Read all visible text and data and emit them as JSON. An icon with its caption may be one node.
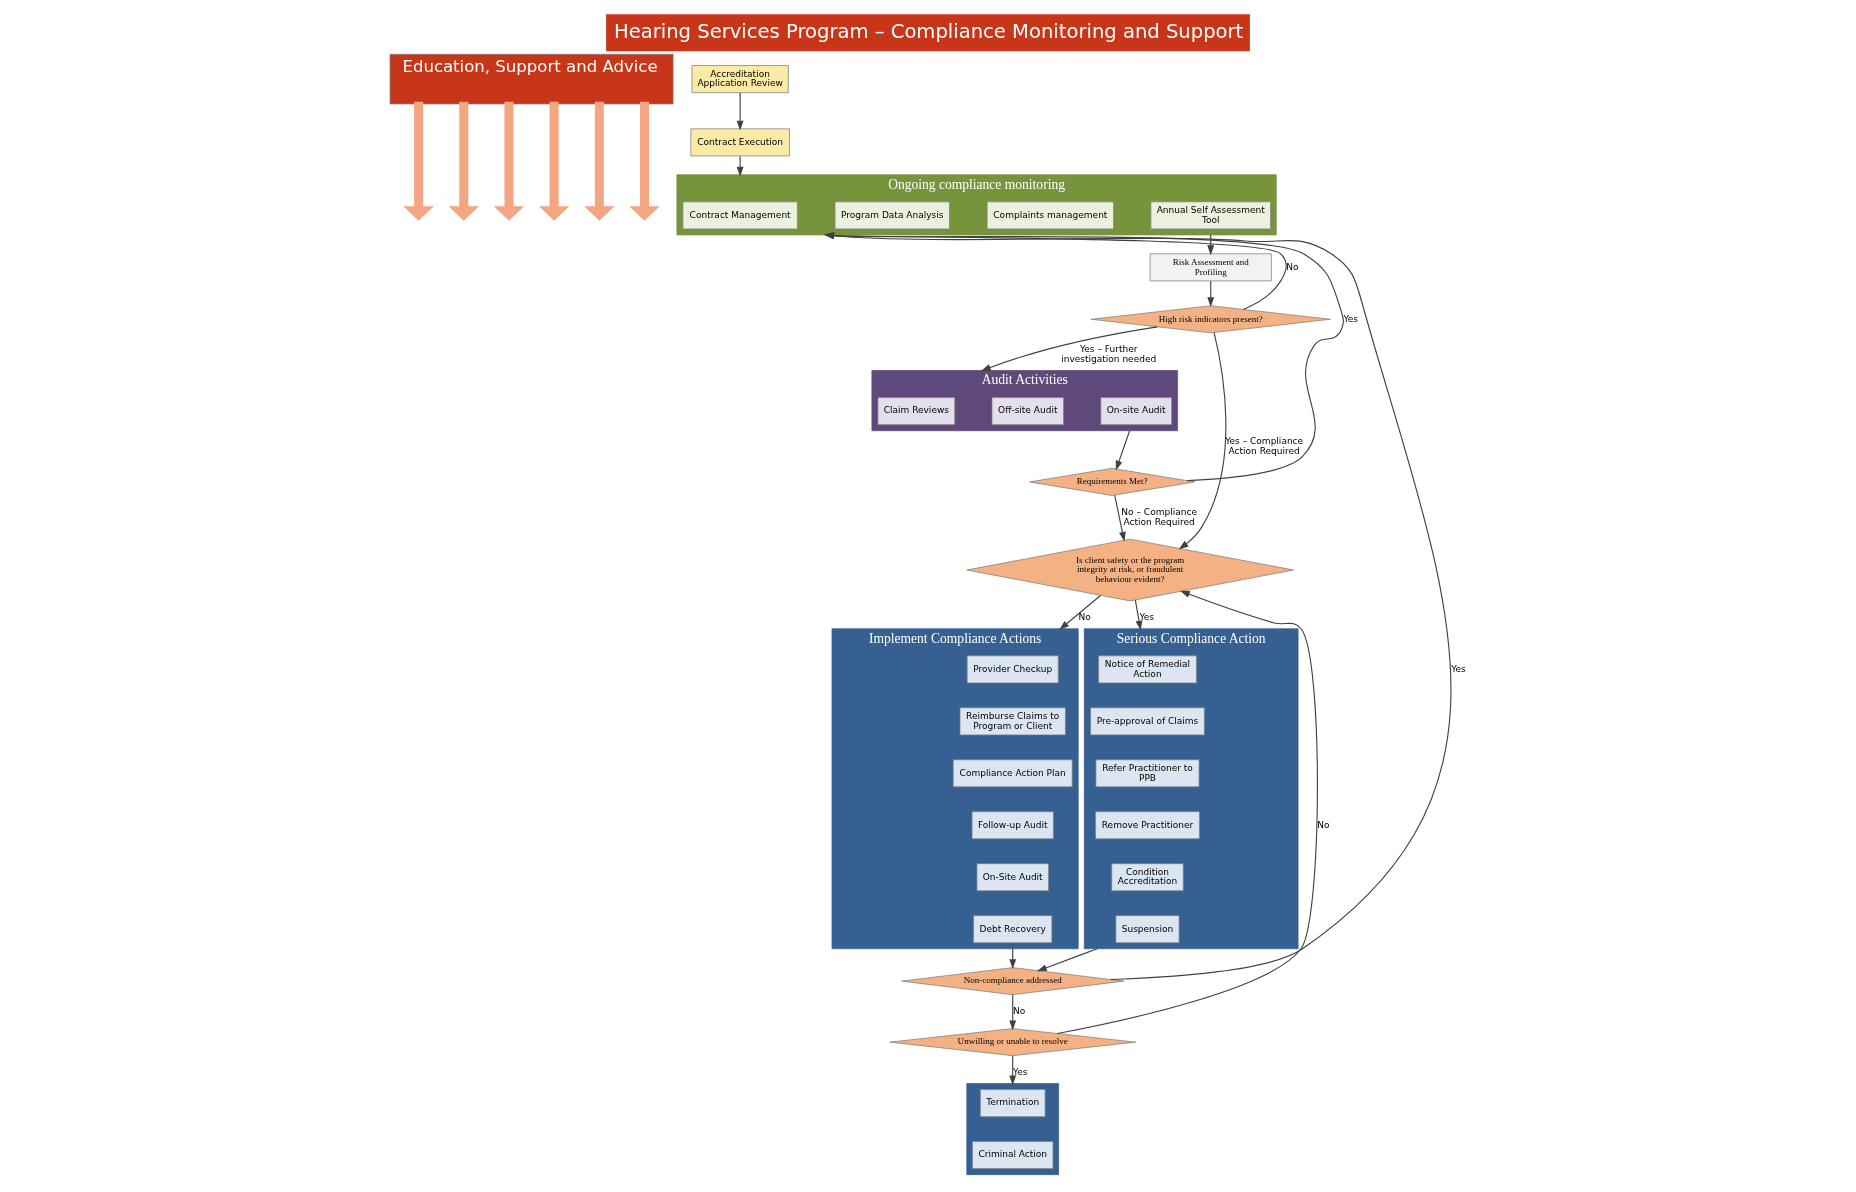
{
  "diagram": {
    "title": "Hearing Services Program – Compliance Monitoring and Support",
    "nodes": [
      {
        "text": [
          "Education, Support and Advice"
        ]
      },
      {
        "text": [
          "Accreditation Application Review"
        ]
      },
      {
        "text": [
          "Contract Execution"
        ]
      },
      {
        "text": [
          "Ongoing compliance monitoring"
        ]
      },
      {
        "text": [
          "Contract Management"
        ],
        "in": 3
      },
      {
        "text": [
          "Program Data Analysis"
        ],
        "in": 3
      },
      {
        "text": [
          "Complaints management"
        ],
        "in": 3
      },
      {
        "text": [
          "Annual Self Assessment Tool"
        ],
        "in": 3
      },
      {
        "text": [
          "Risk Assessment and Profiling"
        ]
      },
      {
        "text": [
          "High risk indicators present?"
        ]
      },
      {
        "text": [
          "Audit Activities"
        ]
      },
      {
        "text": [
          "Claim Reviews"
        ],
        "in": 10
      },
      {
        "text": [
          "Off-site Audit"
        ],
        "in": 10
      },
      {
        "text": [
          "On-site Audit"
        ],
        "in": 10
      },
      {
        "text": [
          "Requirements Met?"
        ]
      },
      {
        "text": [
          "Is client safety or the program integrity at risk, or fraudulent behaviour evident?"
        ]
      },
      {
        "text": [
          "Implement Compliance Actions"
        ]
      },
      {
        "text": [
          "Provider Checkup"
        ],
        "in": 16
      },
      {
        "text": [
          "Reimburse Claims to Program or Client"
        ],
        "in": 16
      },
      {
        "text": [
          "Compliance Action Plan"
        ],
        "in": 16
      },
      {
        "text": [
          "Follow-up Audit"
        ],
        "in": 16
      },
      {
        "text": [
          "On-Site Audit"
        ],
        "in": 16
      },
      {
        "text": [
          "Debt Recovery"
        ],
        "in": 16
      },
      {
        "text": [
          "Non-compliance addressed"
        ]
      },
      {
        "text": [
          "Unwilling or unable to resolve"
        ]
      },
      {
        "text": [
          "Serious Compliance Action"
        ]
      },
      {
        "text": [
          "Notice of Remedial Action"
        ],
        "in": 25
      },
      {
        "text": [
          "Pre-approval of Claims"
        ],
        "in": 25
      },
      {
        "text": [
          "Refer Practitioner to PPB"
        ],
        "in": 25
      },
      {
        "text": [
          "Remove Practitioner"
        ],
        "in": 25
      },
      {
        "text": [
          "Condition Accreditation"
        ],
        "in": 25
      },
      {
        "text": [
          "Suspension"
        ],
        "in": 25
      },
      {
        "text": [],
        "shape": "box"
      },
      {
        "text": [
          "Termination"
        ],
        "in": 32
      },
      {
        "text": [
          "Criminal Action"
        ],
        "in": 32
      }
    ],
    "edges": [
      {
        "from": 0,
        "to": null,
        "arrow": "to",
        "style": "thick",
        "color": "#f4a582"
      },
      {
        "from": 0,
        "to": null,
        "arrow": "to",
        "style": "thick",
        "color": "#f4a582"
      },
      {
        "from": 0,
        "to": null,
        "arrow": "to",
        "style": "thick",
        "color": "#f4a582"
      },
      {
        "from": 0,
        "to": null,
        "arrow": "to",
        "style": "thick",
        "color": "#f4a582"
      },
      {
        "from": 0,
        "to": null,
        "arrow": "to",
        "style": "thick",
        "color": "#f4a582"
      },
      {
        "from": 0,
        "to": null,
        "arrow": "to",
        "style": "thick",
        "color": "#f4a582"
      },
      {
        "from": 1,
        "to": 2,
        "arrow": "to"
      },
      {
        "from": 2,
        "to": 3,
        "arrow": "to"
      },
      {
        "from": 3,
        "to": 8,
        "arrow": "to"
      },
      {
        "from": 8,
        "to": 9,
        "arrow": "to"
      },
      {
        "from": 9,
        "to": 3,
        "label": "No",
        "arrow": "to"
      },
      {
        "from": 9,
        "to": 15,
        "label": "Yes – Compliance Action Required",
        "arrow": "to"
      },
      {
        "from": 9,
        "to": 10,
        "label": "Yes – Further investigation needed",
        "arrow": "to"
      },
      {
        "from": 10,
        "to": 14,
        "arrow": "to"
      },
      {
        "from": 14,
        "to": 3,
        "label": "Yes",
        "arrow": "to"
      },
      {
        "from": 14,
        "to": 15,
        "label": "No – Compliance Action Required",
        "arrow": "to"
      },
      {
        "from": 15,
        "to": 16,
        "label": "No",
        "arrow": "to"
      },
      {
        "from": 15,
        "to": 25,
        "label": "Yes",
        "arrow": "to"
      },
      {
        "from": 16,
        "to": 23,
        "arrow": "to"
      },
      {
        "from": 23,
        "to": 3,
        "label": "Yes",
        "arrow": "to"
      },
      {
        "from": 23,
        "to": 24,
        "label": "No",
        "arrow": "to"
      },
      {
        "from": 24,
        "to": 15,
        "label": "No",
        "arrow": "to"
      },
      {
        "from": 24,
        "to": 32,
        "label": "Yes",
        "arrow": "to"
      },
      {
        "from": 25,
        "to": 23,
        "arrow": "to"
      }
    ]
  }
}
